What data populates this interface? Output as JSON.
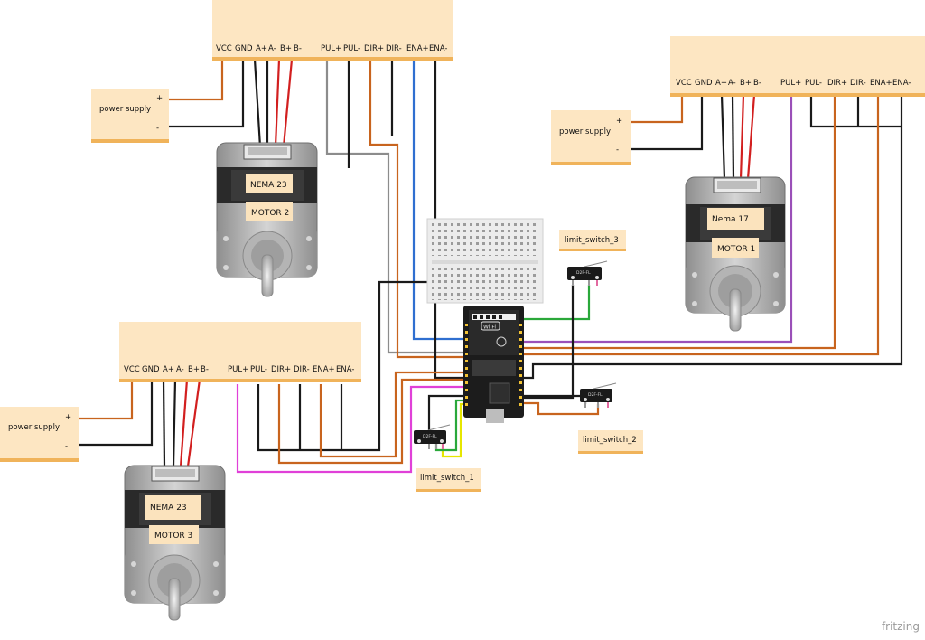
{
  "drivers": {
    "pins": [
      "VCC",
      "GND",
      "A+",
      "A-",
      "B+",
      "B-",
      "PUL+",
      "PUL-",
      "DIR+",
      "DIR-",
      "ENA+",
      "ENA-"
    ]
  },
  "power_supply": {
    "label": "power supply",
    "plus": "+",
    "minus": "-"
  },
  "motors": {
    "motor1": {
      "type": "Nema 17",
      "name": "MOTOR 1"
    },
    "motor2": {
      "type": "NEMA  23",
      "name": "MOTOR 2"
    },
    "motor3": {
      "type": "NEMA 23",
      "name": "MOTOR 3"
    }
  },
  "limit_switches": {
    "sw1": "limit_switch_1",
    "sw2": "limit_switch_2",
    "sw3": "limit_switch_3",
    "chip_text": "D2F-FL"
  },
  "esp32": {
    "wifi_text": "Wi Fi"
  },
  "footer": {
    "brand": "fritzing"
  },
  "colors": {
    "driver_fill": "#fde6c2",
    "label_bar": "#f0b35a",
    "wire_black": "#1a1a1a",
    "wire_red": "#d21f1f",
    "wire_orange": "#c8641e",
    "wire_blue": "#2f6fd0",
    "wire_gray": "#8c8c8c",
    "wire_purple": "#9a4fb8",
    "wire_magenta": "#e040d8",
    "wire_green": "#2aa83a",
    "wire_yellow": "#e6e600"
  }
}
